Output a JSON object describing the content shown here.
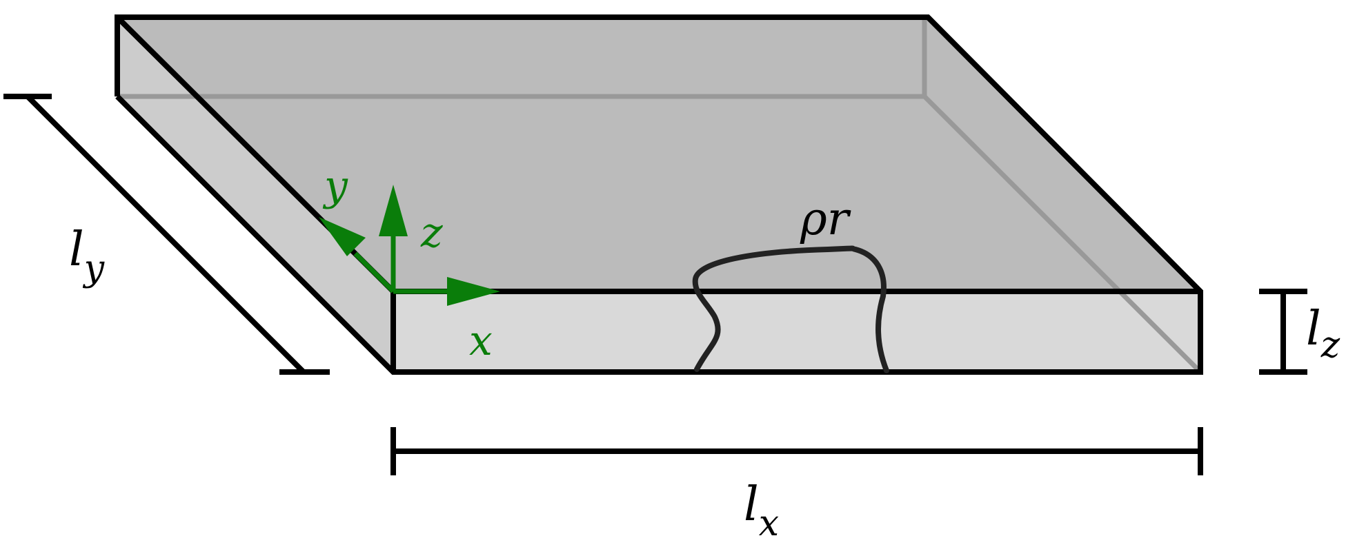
{
  "labels": {
    "ly_base": "l",
    "ly_sub": "y",
    "lx_base": "l",
    "lx_sub": "x",
    "lz_base": "l",
    "lz_sub": "z",
    "rho_r": "ρr"
  },
  "axes": {
    "x": "x",
    "y": "y",
    "z": "z"
  },
  "colors": {
    "top_face": "#bbbbbb",
    "front_face": "#d9d9d9",
    "left_face": "#cccccc",
    "outline": "#000000",
    "hidden_edge": "#999999",
    "axis": "#0a7d0a",
    "inclusion": "#222222"
  }
}
